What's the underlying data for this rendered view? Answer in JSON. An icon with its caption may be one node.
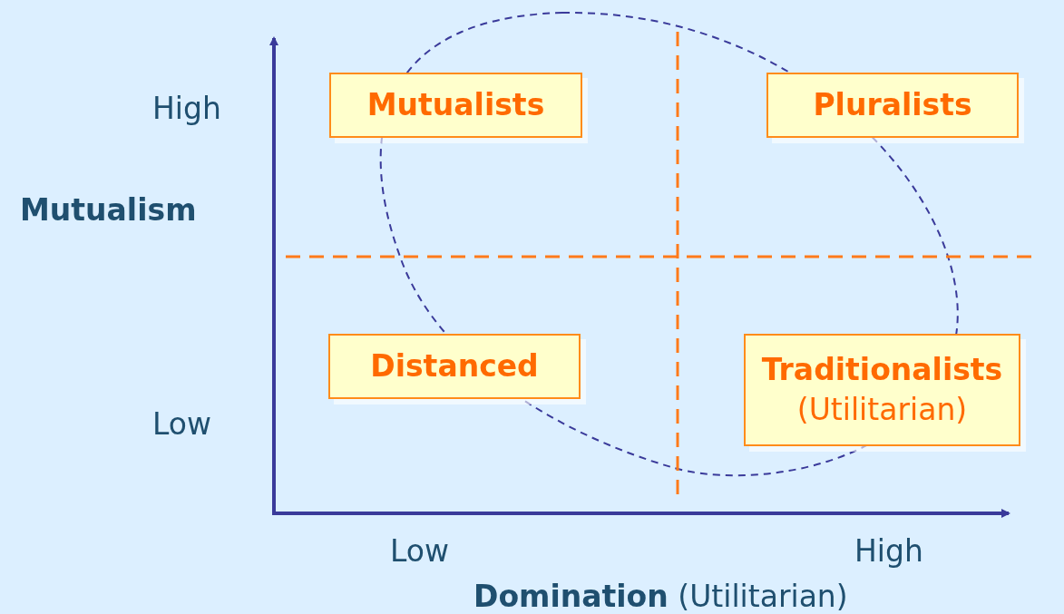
{
  "diagram": {
    "nodes": [
      {
        "text": [
          "Mutualists"
        ]
      },
      {
        "text": [
          "Pluralists"
        ]
      },
      {
        "text": [
          "Distanced"
        ]
      },
      {
        "text": [
          "Traditionalists",
          "(Utilitarian)"
        ]
      }
    ],
    "labels": [
      "High",
      "Mutualism",
      "Low",
      "Low",
      "High",
      "**Domination** (Utilitarian)"
    ]
  }
}
